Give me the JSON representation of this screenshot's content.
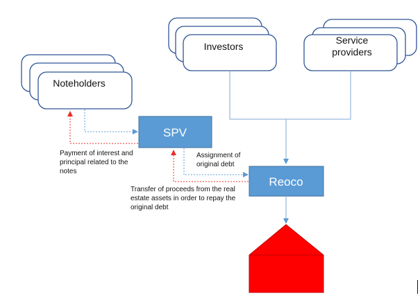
{
  "stacks": {
    "noteholders": {
      "label": "Noteholders"
    },
    "investors": {
      "label": "Investors"
    },
    "service_providers": {
      "label_line1": "Service",
      "label_line2": "providers"
    }
  },
  "boxes": {
    "spv": {
      "label": "SPV"
    },
    "reoco": {
      "label": "Reoco"
    }
  },
  "notes": {
    "payment": [
      "Payment of interest and",
      "principal related to the",
      "notes"
    ],
    "assignment": [
      "Assignment of",
      "original debt"
    ],
    "transfer": [
      "Transfer of proceeds from the real",
      "estate assets in order to repay the",
      "original debt"
    ]
  },
  "colors": {
    "stack_outline": "#2e5597",
    "box_fill": "#5b9bd5",
    "box_border": "#41719c",
    "connector": "#9dc3e6",
    "connector_solid": "#7fa7d4",
    "red_dotted": "#e8302a",
    "house_fill": "#ff0000",
    "house_border": "#c00000"
  }
}
